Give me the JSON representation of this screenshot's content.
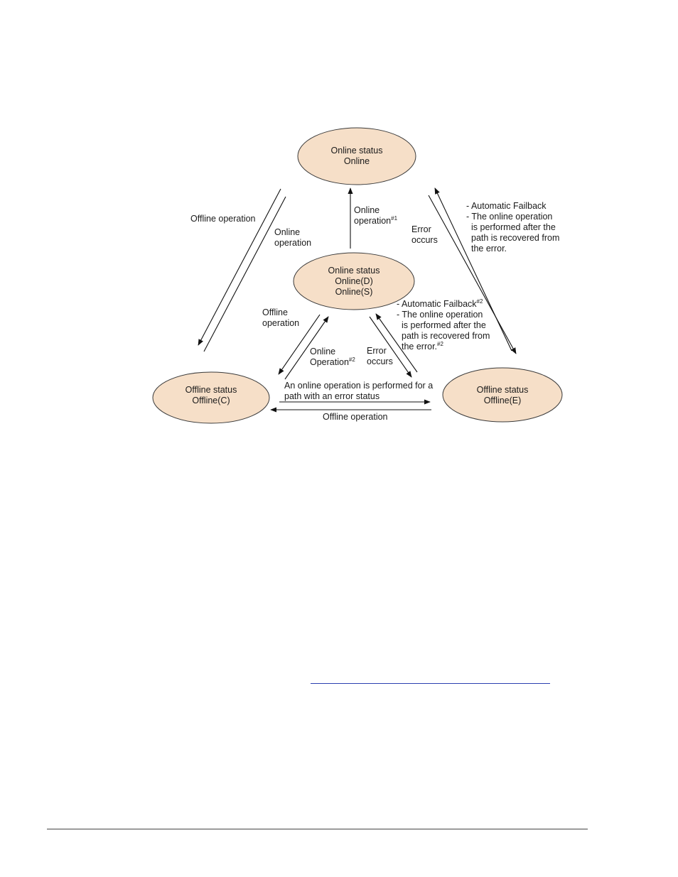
{
  "colors": {
    "node_fill": "#f6dfc8",
    "node_stroke": "#3a3a3a",
    "arrow": "#111111",
    "link": "#2a3fb0"
  },
  "nodes": {
    "online": {
      "line1": "Online status",
      "line2": "Online"
    },
    "online_ds": {
      "line1": "Online status",
      "line2": "Online(D)",
      "line3": "Online(S)"
    },
    "offline_c": {
      "line1": "Offline status",
      "line2": "Offline(C)"
    },
    "offline_e": {
      "line1": "Offline status",
      "line2": "Offline(E)"
    }
  },
  "labels": {
    "left_outer_offline": "Offline operation",
    "left_outer_online_1": "Online",
    "left_outer_online_2": "operation",
    "center_online_1": "Online",
    "center_online_2": "operation",
    "center_online_sup": "#1",
    "right_error_1": "Error",
    "right_error_2": "occurs",
    "right_note_1": "- Automatic Failback",
    "right_note_2": "- The online operation",
    "right_note_3": "is performed after the",
    "right_note_4": "path is  recovered from",
    "right_note_5": "the error.",
    "inner_left_offline_1": "Offline",
    "inner_left_offline_2": "operation",
    "inner_left_online_1": "Online",
    "inner_left_online_2": "Operation",
    "inner_left_online_sup": "#2",
    "inner_right_error_1": "Error",
    "inner_right_error_2": "occurs",
    "inner_note_1": "- Automatic Failback",
    "inner_note_1_sup": "#2",
    "inner_note_2": "- The online operation",
    "inner_note_3": "is performed after the",
    "inner_note_4": "path is  recovered from",
    "inner_note_5": "the error.",
    "inner_note_5_sup": "#2",
    "bottom_online_1": "An online operation is performed for a",
    "bottom_online_2": "path with an error status",
    "bottom_offline": "Offline operation"
  }
}
